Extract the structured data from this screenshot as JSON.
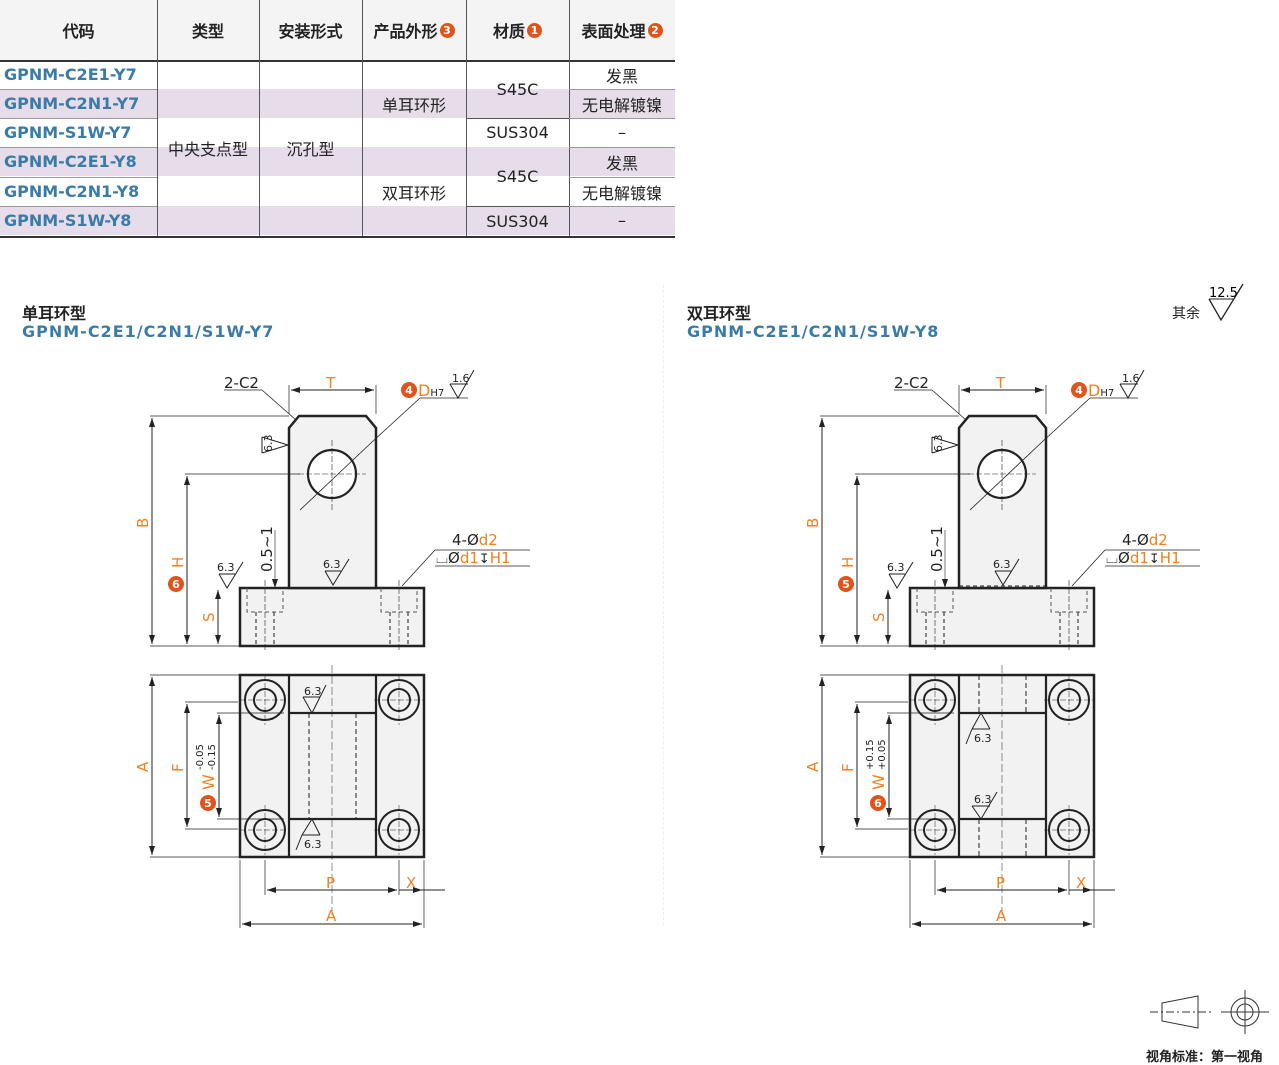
{
  "table": {
    "headers": [
      {
        "label": "代码"
      },
      {
        "label": "类型"
      },
      {
        "label": "安装形式"
      },
      {
        "label": "产品外形",
        "badge": "3"
      },
      {
        "label": "材质",
        "badge": "1"
      },
      {
        "label": "表面处理",
        "badge": "2"
      }
    ],
    "codes": [
      "GPNM-C2E1-Y7",
      "GPNM-C2N1-Y7",
      "GPNM-S1W-Y7",
      "GPNM-C2E1-Y8",
      "GPNM-C2N1-Y8",
      "GPNM-S1W-Y8"
    ],
    "type": "中央支点型",
    "mount": "沉孔型",
    "shapes": [
      "单耳环形",
      "双耳环形"
    ],
    "materials": [
      "S45C",
      "SUS304",
      "S45C",
      "SUS304"
    ],
    "finishes": [
      "发黑",
      "无电解镀镍",
      "–",
      "发黑",
      "无电解镀镍",
      "–"
    ]
  },
  "left": {
    "title": "单耳环型",
    "subtitle": "GPNM-C2E1/C2N1/S1W-Y7",
    "h_badge": "6",
    "w_badge": "5",
    "w_tol_upper": "-0.05",
    "w_tol_lower": "-0.15"
  },
  "right": {
    "title": "双耳环型",
    "subtitle": "GPNM-C2E1/C2N1/S1W-Y8",
    "h_badge": "5",
    "w_badge": "6",
    "w_tol_upper": "+0.15",
    "w_tol_lower": "+0.05"
  },
  "dims": {
    "chamfer": "2-C2",
    "T": "T",
    "D": "D",
    "D_tol": "H7",
    "D_badge": "4",
    "rough_D": "1.6",
    "rough": "6.3",
    "B": "B",
    "H": "H",
    "S": "S",
    "gap": "0.5~1",
    "holes": "4-Ø",
    "d2": "d2",
    "cbore": "⌴Ø",
    "d1": "d1",
    "depth": "↧",
    "H1": "H1",
    "A": "A",
    "F": "F",
    "W": "W",
    "P": "P",
    "X": "X"
  },
  "general_roughness": {
    "label": "其余",
    "value": "12.5"
  },
  "projection": {
    "label": "视角标准：第一视角"
  },
  "colors": {
    "accent": "#e0541b",
    "dim": "#f08020",
    "code": "#3a7ca5",
    "stripe": "#e6dcea"
  }
}
